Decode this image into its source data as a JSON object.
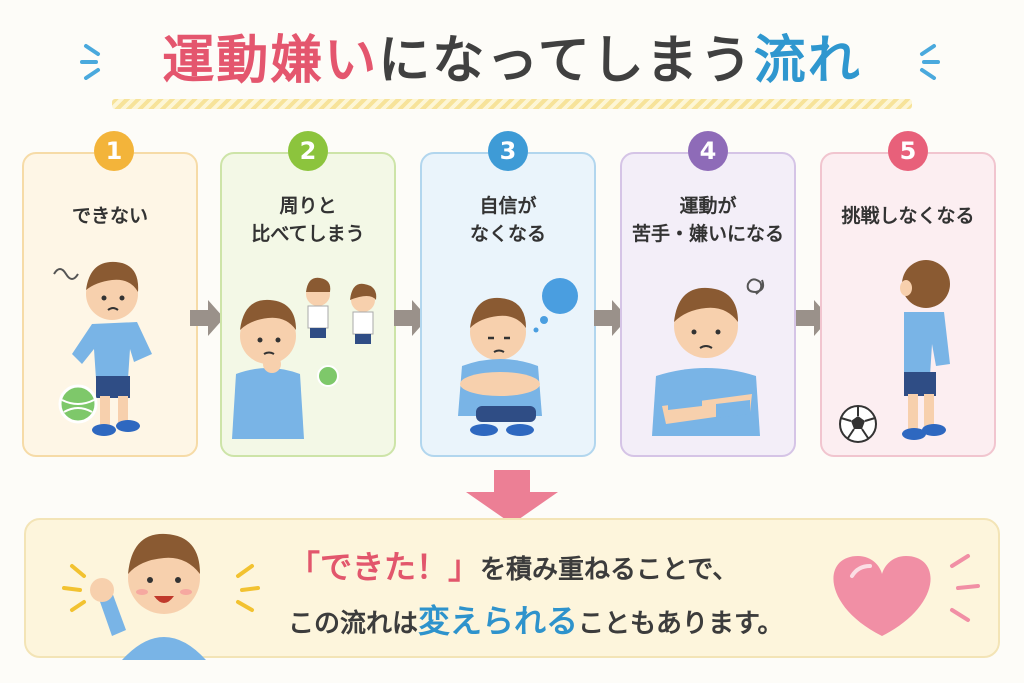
{
  "title": {
    "part1": "運動嫌い",
    "part2": "になってしまう",
    "part3": "流れ"
  },
  "colors": {
    "step1": "#f3b43a",
    "step2": "#8cc43d",
    "step3": "#3e9bd6",
    "step4": "#8e6bb8",
    "step5": "#e8607a",
    "accent_pink": "#e4566e",
    "accent_blue": "#2f97cf"
  },
  "steps": [
    {
      "number": "1",
      "lines": [
        "できない"
      ]
    },
    {
      "number": "2",
      "lines": [
        "周りと",
        "比べてしまう"
      ]
    },
    {
      "number": "3",
      "lines": [
        "自信が",
        "なくなる"
      ]
    },
    {
      "number": "4",
      "lines": [
        "運動が",
        "苦手・嫌いになる"
      ]
    },
    {
      "number": "5",
      "lines": [
        "挑戦しなくなる"
      ]
    }
  ],
  "message": {
    "quote": "「できた！」",
    "line1_rest": "を積み重ねることで、",
    "line2_a": "この流れは",
    "line2_highlight": "変えられる",
    "line2_b": "こともあります。"
  },
  "icons": [
    "child-illustration",
    "soccer-ball-icon",
    "heart-icon",
    "arrow-right-icon",
    "arrow-down-icon"
  ]
}
